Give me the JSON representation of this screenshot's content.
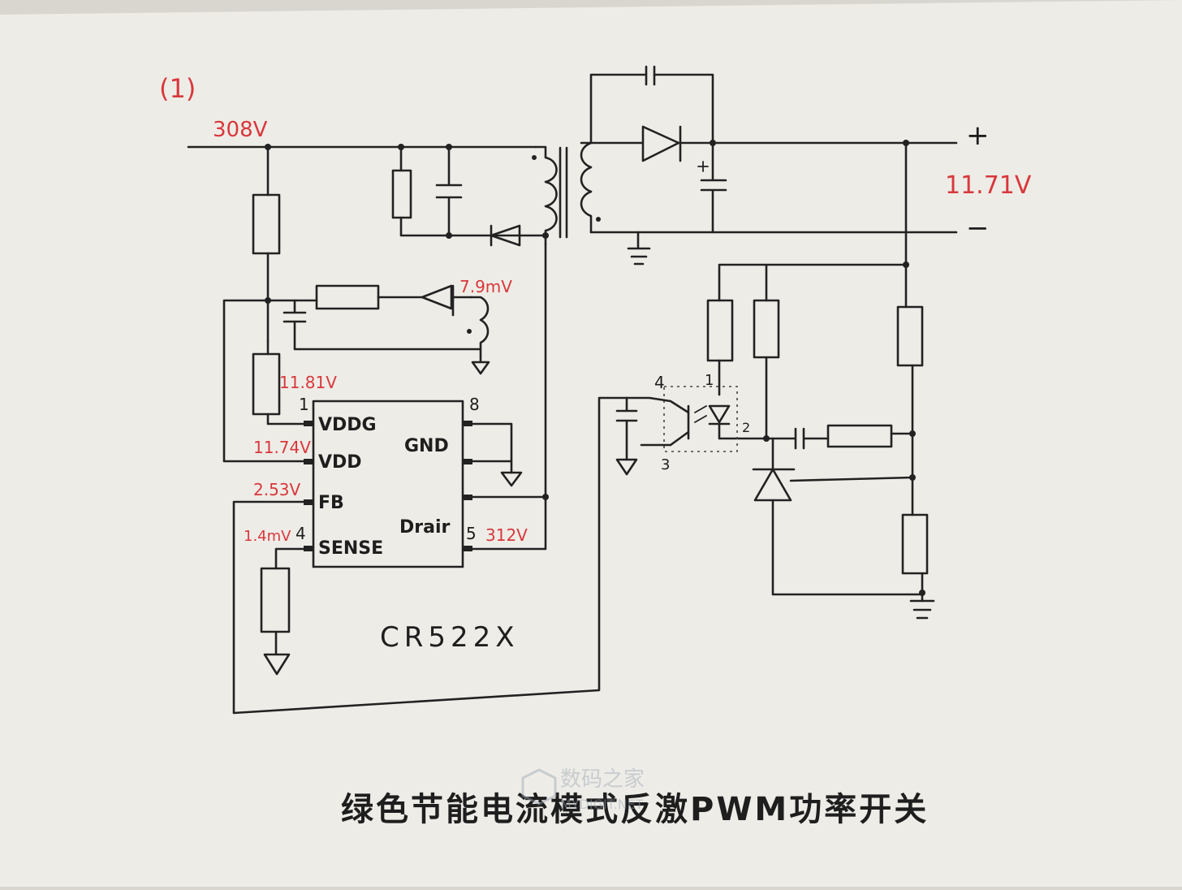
{
  "figure_no": "(1)",
  "voltages": {
    "input": "308V",
    "output": "11.71V",
    "aux_winding": "7.9mV",
    "vddg": "11.81V",
    "vdd": "11.74V",
    "fb": "2.53V",
    "sense": "1.4mV",
    "drain": "312V"
  },
  "output_terminals": {
    "plus": "+",
    "minus": "−"
  },
  "ic": {
    "part": "CR522X",
    "pins": {
      "p1_no": "1",
      "p1": "VDDG",
      "p2": "VDD",
      "p3": "FB",
      "p4_no": "4",
      "p4": "SENSE",
      "p5_no": "5",
      "p5": "Drair",
      "p8_no": "8",
      "p8": "GND"
    }
  },
  "optocoupler_pins": {
    "p1": "1",
    "p2": "2",
    "p3": "3",
    "p4": "4"
  },
  "caption": "绿色节能电流模式反激PWM功率开关",
  "watermark": {
    "cn": "数码之家",
    "en": "MYDIGIT.NET"
  },
  "colors": {
    "paper": "#eeece7",
    "ink": "#222222",
    "annotation": "#d8383c"
  }
}
